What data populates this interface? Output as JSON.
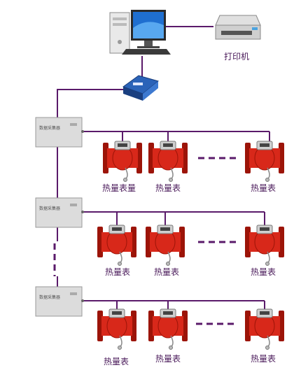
{
  "printer": {
    "label": "打印机"
  },
  "collectors": [
    {
      "label": "数据采集器"
    },
    {
      "label": "数据采集器"
    },
    {
      "label": "数据采集器"
    }
  ],
  "meter_rows": [
    {
      "labels": [
        "热量表量",
        "热量表",
        "热量表"
      ]
    },
    {
      "labels": [
        "热量表",
        "热量表",
        "热量表"
      ]
    },
    {
      "labels": [
        "热量表",
        "热量表",
        "热量表"
      ]
    }
  ],
  "colors": {
    "line": "#5a1a6a",
    "meter_red": "#d8281a",
    "meter_dark": "#9c1408",
    "box_grey": "#dcdcdc"
  }
}
